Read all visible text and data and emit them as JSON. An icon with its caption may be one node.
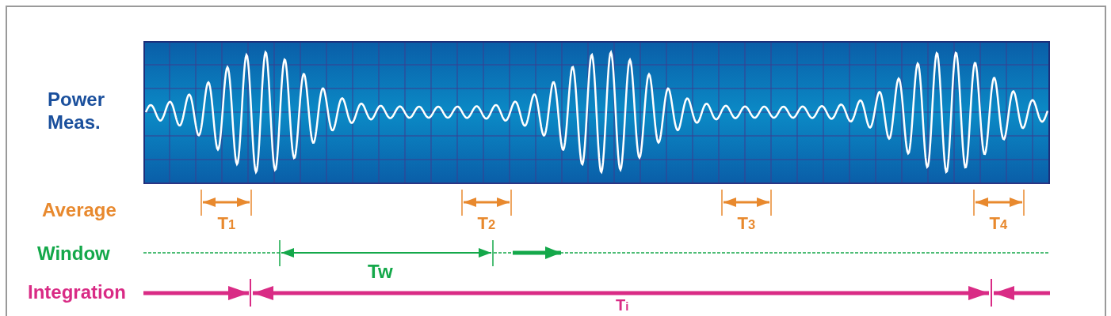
{
  "diagram": {
    "labels": [
      "Power Meas.",
      "Average",
      "T$_{1}$",
      "T$_{2}$",
      "T$_{3}$",
      "T$_{4}$",
      "Window",
      "Tw",
      "Integration",
      "T$_{i}$"
    ]
  }
}
